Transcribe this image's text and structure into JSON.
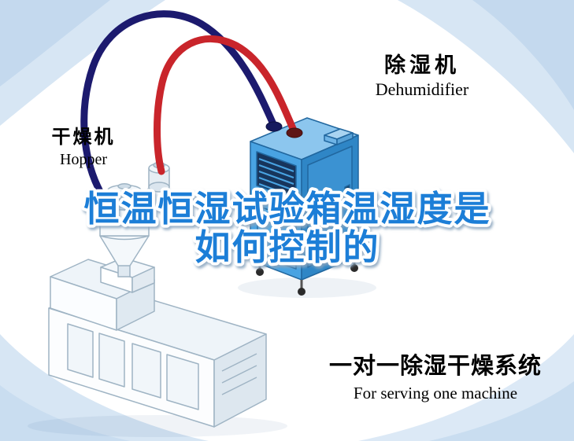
{
  "title": {
    "line1": "恒温恒湿试验箱温湿度是",
    "line2": "如何控制的",
    "color": "#1b7ed7"
  },
  "labels": {
    "dehumidifier": {
      "cn": "除湿机",
      "en": "Dehumidifier"
    },
    "hopper": {
      "cn": "干燥机",
      "en": "Hopper"
    },
    "system": {
      "cn": "一对一除湿干燥系统",
      "en": "For serving one machine"
    }
  },
  "pipes": {
    "navy": "#1c1a6e",
    "red": "#c9252b"
  },
  "unit_colors": {
    "front": "#49a3e2",
    "side": "#2f86c6",
    "top": "#8cc6ee"
  }
}
